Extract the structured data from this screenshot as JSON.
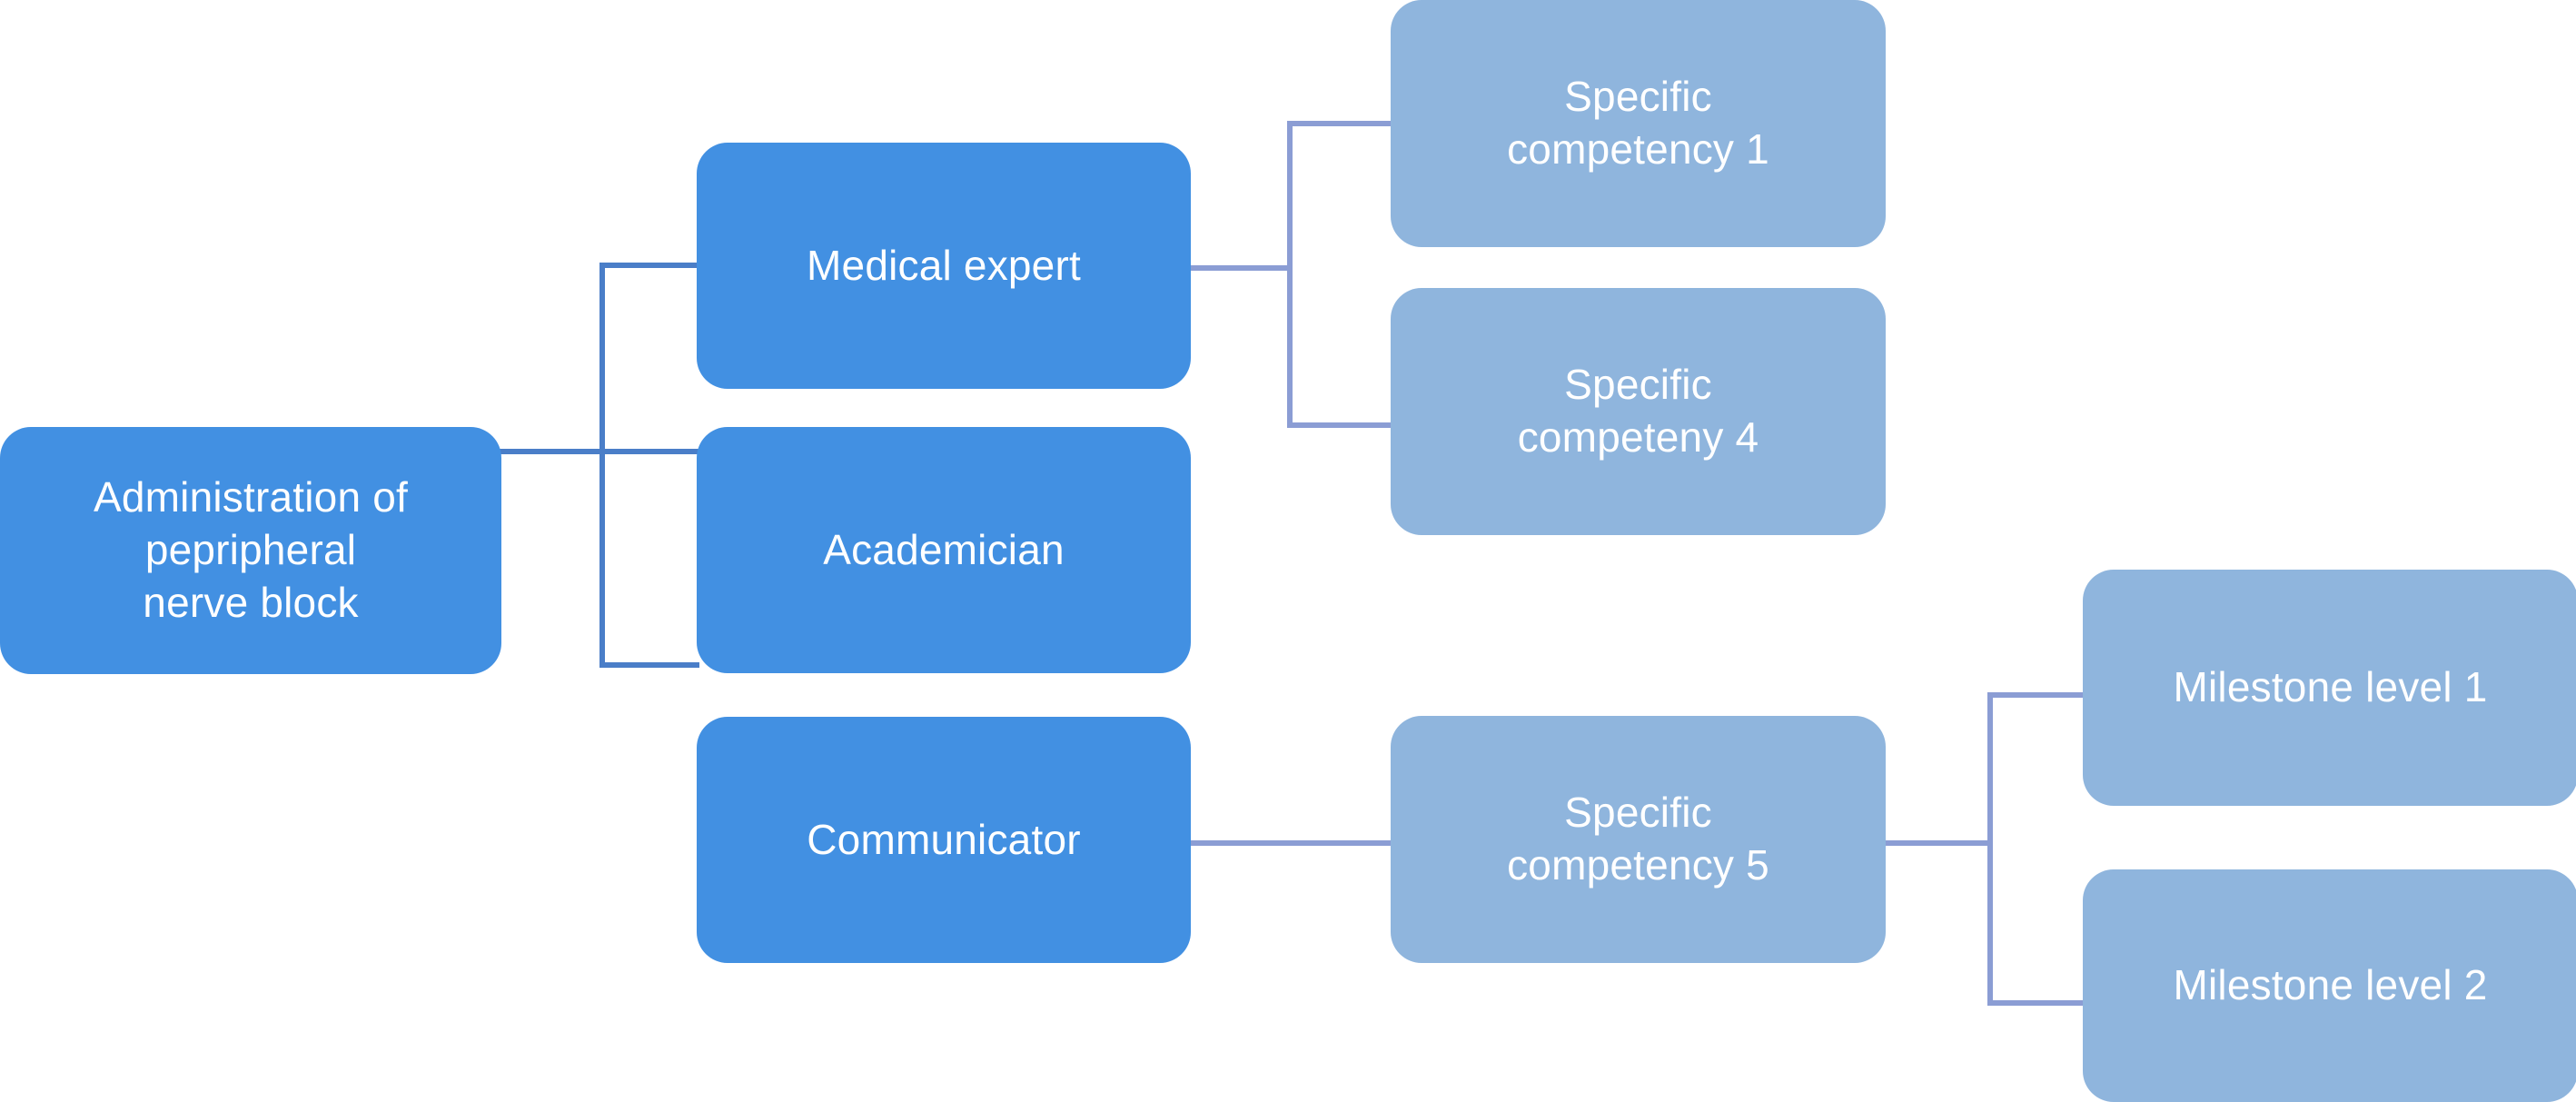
{
  "diagram": {
    "type": "hierarchy-tree",
    "orientation": "left-to-right",
    "title_visible": false,
    "colors": {
      "root_fill": "#4290E2",
      "role_fill": "#4290E2",
      "competency_fill": "#8FB5DD",
      "milestone_fill": "#8FB5DD",
      "text": "#FFFFFF",
      "connector_primary": "#4A7EC8",
      "connector_secondary": "#8B9DD4",
      "background": "#FFFFFF"
    },
    "nodes": {
      "root": {
        "label": "Administration of\npepripheral\nnerve block",
        "level": "root"
      },
      "roles": [
        {
          "label": "Medical expert",
          "level": "role"
        },
        {
          "label": "Academician",
          "level": "role"
        },
        {
          "label": "Communicator",
          "level": "role"
        }
      ],
      "competencies": [
        {
          "label": "Specific\ncompetency 1",
          "level": "competency"
        },
        {
          "label": "Specific\ncompeteny 4",
          "level": "competency"
        },
        {
          "label": "Specific\ncompetency 5",
          "level": "competency"
        }
      ],
      "milestones": [
        {
          "label": "Milestone level 1",
          "level": "milestone"
        },
        {
          "label": "Milestone level 2",
          "level": "milestone"
        }
      ]
    },
    "edges": [
      {
        "from": "root",
        "to": "Medical expert"
      },
      {
        "from": "root",
        "to": "Academician"
      },
      {
        "from": "root",
        "to": "Communicator"
      },
      {
        "from": "Medical expert",
        "to": "Specific competency 1"
      },
      {
        "from": "Medical expert",
        "to": "Specific competeny 4"
      },
      {
        "from": "Communicator",
        "to": "Specific competency 5"
      },
      {
        "from": "Specific competency 5",
        "to": "Milestone level 1"
      },
      {
        "from": "Specific competency 5",
        "to": "Milestone level 2"
      }
    ]
  }
}
